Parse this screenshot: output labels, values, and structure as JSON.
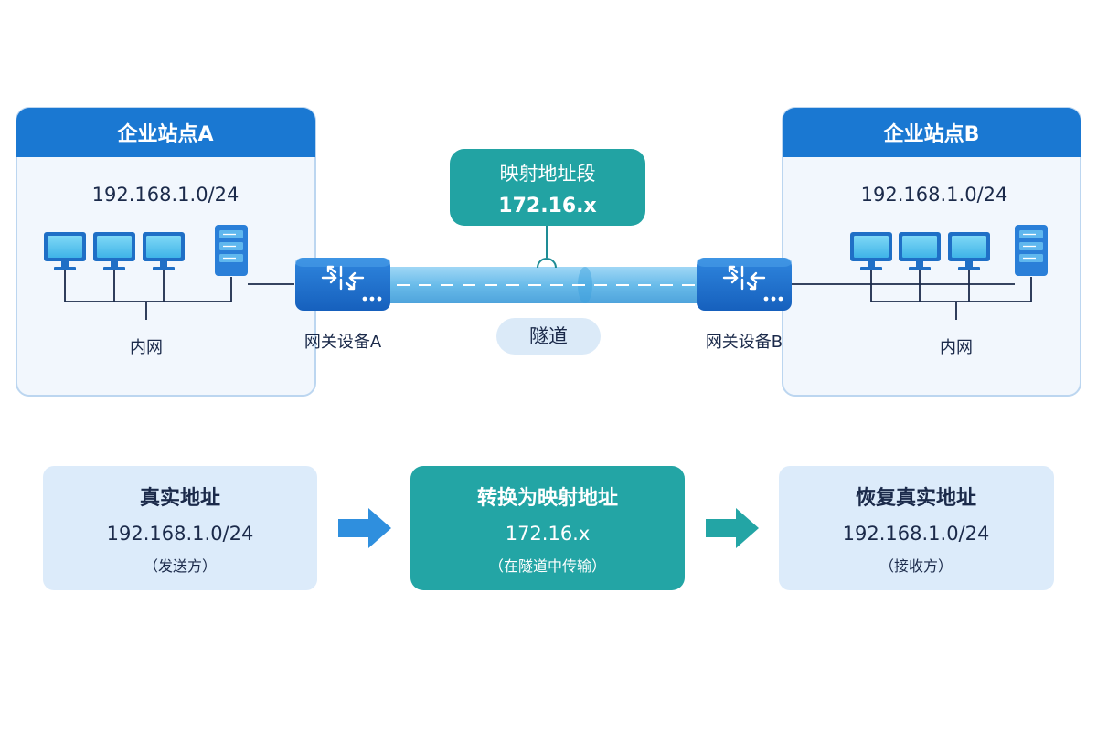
{
  "site_a": {
    "title": "企业站点A",
    "subnet": "192.168.1.0/24",
    "lan_label": "内网"
  },
  "site_b": {
    "title": "企业站点B",
    "subnet": "192.168.1.0/24",
    "lan_label": "内网"
  },
  "gateway_a": {
    "label": "网关设备A"
  },
  "gateway_b": {
    "label": "网关设备B"
  },
  "mapping": {
    "title": "映射地址段",
    "range": "172.16.x"
  },
  "tunnel": {
    "label": "隧道"
  },
  "flow": [
    {
      "title": "真实地址",
      "address": "192.168.1.0/24",
      "note": "（发送方）"
    },
    {
      "title": "转换为映射地址",
      "address": "172.16.x",
      "note": "（在隧道中传输）"
    },
    {
      "title": "恢复真实地址",
      "address": "192.168.1.0/24",
      "note": "（接收方）"
    }
  ],
  "colors": {
    "site_header": "#1a78d2",
    "site_body": "#f2f7fd",
    "site_border": "#bcd6f0",
    "mapping_box": "#22a3a3",
    "tunnel": "#5eb6e8",
    "gateway": "#1c6fcd",
    "flow_box": "#dcebfa",
    "flow_center": "#23a5a5",
    "arrow_blue": "#2f8fde",
    "arrow_teal": "#23a5a5"
  },
  "icons": {
    "gateway": "router-icon",
    "host": "monitor-icon",
    "server": "server-icon"
  }
}
